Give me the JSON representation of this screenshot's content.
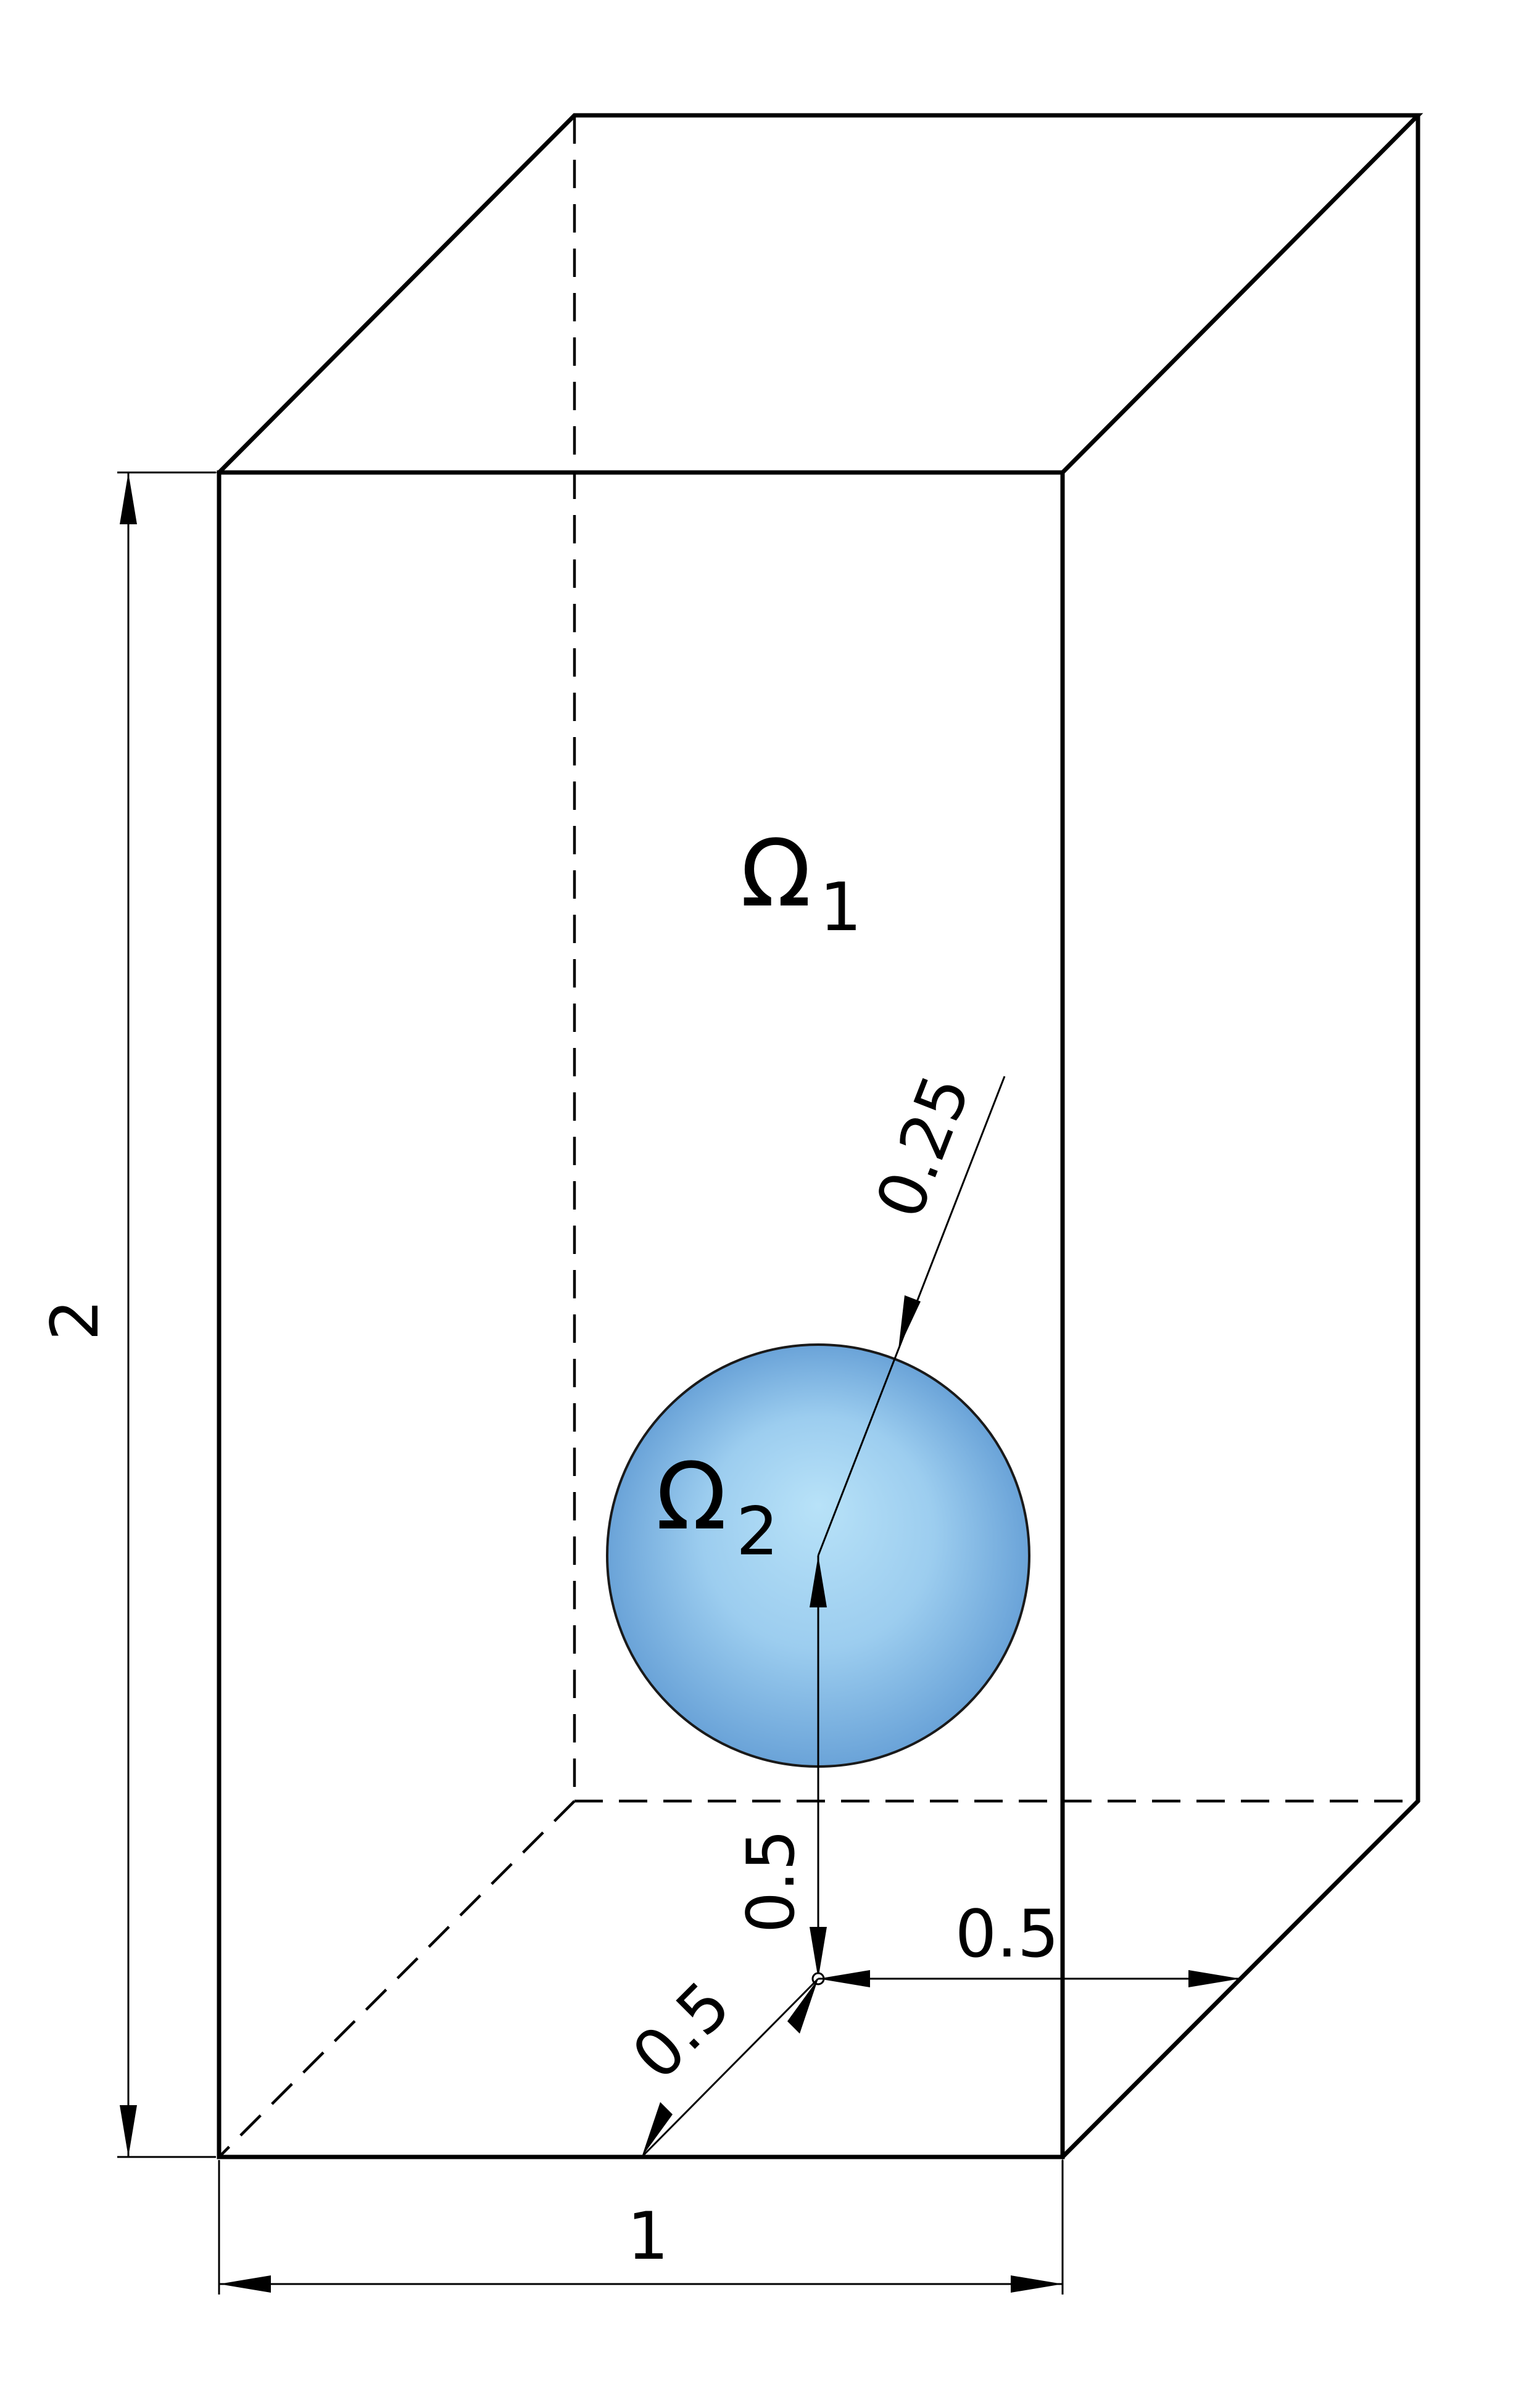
{
  "domains": {
    "outer": {
      "symbol": "Ω",
      "subscript": "1"
    },
    "sphere": {
      "symbol": "Ω",
      "subscript": "2",
      "color": "#7fb3e0"
    }
  },
  "dimensions": {
    "height": "2",
    "width": "1",
    "radius": "0.25",
    "center_height": "0.5",
    "center_x": "0.5",
    "center_depth": "0.5"
  }
}
